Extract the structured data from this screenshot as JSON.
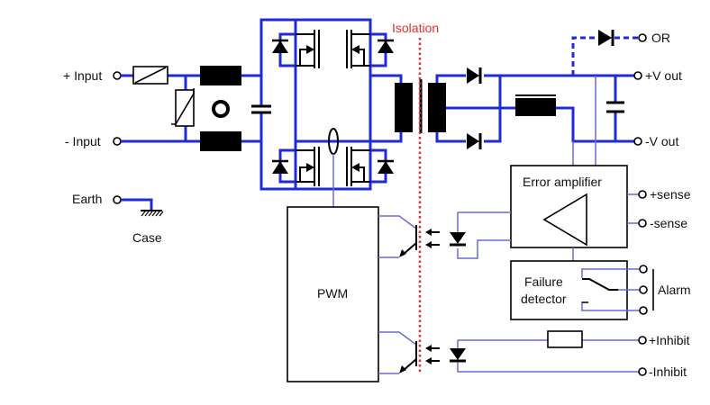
{
  "diagram": {
    "title": "Isolated DC-DC converter block diagram",
    "isolation_label": "Isolation",
    "colors": {
      "power_wire": "#1f2bd6",
      "signal_wire": "#6a6ad8",
      "isolation_line": "#e03030",
      "component": "#000000"
    },
    "terminals": {
      "plus_input": "+ Input",
      "minus_input": "- Input",
      "earth": "Earth",
      "case": "Case",
      "or": "OR",
      "plus_vout": "+V out",
      "minus_vout": "-V out",
      "plus_sense": "+sense",
      "minus_sense": "-sense",
      "alarm": "Alarm",
      "plus_inhibit": "+Inhibit",
      "minus_inhibit": "-Inhibit"
    },
    "blocks": {
      "error_amplifier": "Error amplifier",
      "failure_detector_line1": "Failure",
      "failure_detector_line2": "detector",
      "pwm": "PWM"
    },
    "components": [
      "fuse",
      "varistor",
      "input-inductor-top",
      "input-inductor-bottom",
      "input-capacitor",
      "full-bridge-mosfets",
      "current-sense-ring",
      "transformer",
      "rectifier-diodes",
      "output-inductor",
      "output-capacitor",
      "or-diode",
      "optocoupler-feedback",
      "optocoupler-inhibit",
      "inhibit-resistor",
      "alarm-relay"
    ]
  }
}
